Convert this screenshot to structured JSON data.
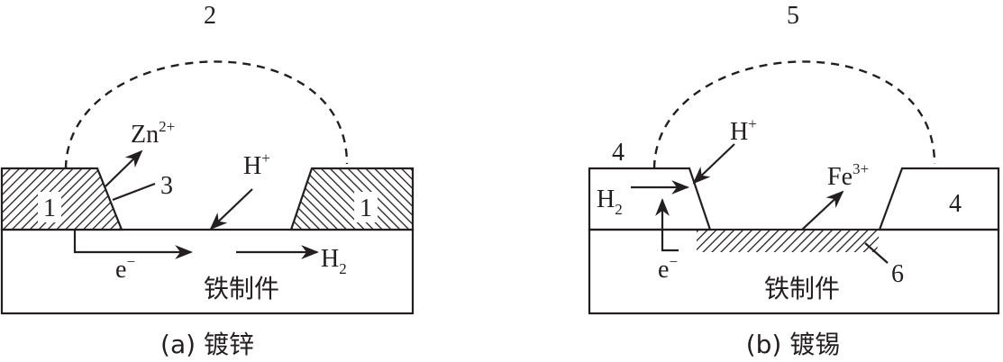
{
  "panel_a": {
    "circuit_label": "2",
    "coating_label": "1",
    "interface_label": "3",
    "zn_ion": {
      "base": "Zn",
      "sup": "2+"
    },
    "h_ion": {
      "base": "H",
      "sup": "+"
    },
    "h2": {
      "base": "H",
      "sub": "2"
    },
    "electron": {
      "base": "e",
      "sup": "−"
    },
    "substrate": "铁制件",
    "caption": "(a) 镀锌"
  },
  "panel_b": {
    "circuit_label": "5",
    "coating_label": "4",
    "corrosion_label": "6",
    "h_ion": {
      "base": "H",
      "sup": "+"
    },
    "fe_ion": {
      "base": "Fe",
      "sup": "3+"
    },
    "h2": {
      "base": "H",
      "sub": "2"
    },
    "electron": {
      "base": "e",
      "sup": "−"
    },
    "substrate": "铁制件",
    "caption": "(b) 镀锡"
  }
}
